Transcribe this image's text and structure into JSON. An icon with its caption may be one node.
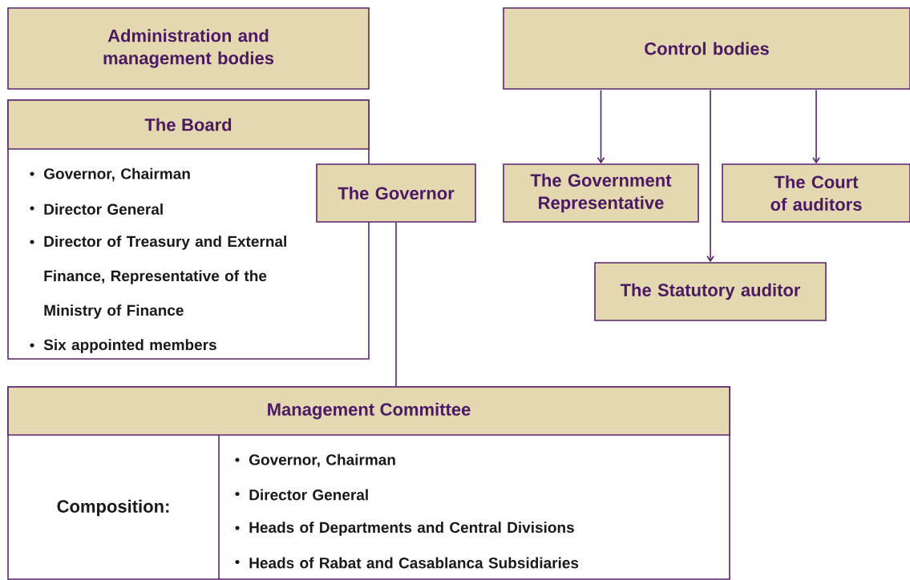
{
  "diagram": {
    "nodes": [
      {
        "text": [
          "Administration and management bodies"
        ]
      },
      {
        "text": [
          "The Board",
          "Governor, Chairman",
          "Director General",
          "Director of Treasury and External Finance, Representative of the Ministry of Finance",
          "Six appointed members"
        ]
      },
      {
        "text": [
          "The Governor"
        ]
      },
      {
        "text": [
          "Control bodies"
        ]
      },
      {
        "text": [
          "The Government Representative"
        ]
      },
      {
        "text": [
          "The Court of auditors"
        ]
      },
      {
        "text": [
          "The Statutory auditor"
        ]
      },
      {
        "text": [
          "Management Committee",
          "Composition:",
          "Governor, Chairman",
          "Director General",
          "Heads of Departments and Central Divisions",
          "Heads of Rabat and Casablanca Subsidiaries"
        ]
      }
    ],
    "edges": [
      {
        "from": 3,
        "to": 4,
        "arrow": "to"
      },
      {
        "from": 3,
        "to": 6,
        "arrow": "to"
      },
      {
        "from": 3,
        "to": 5,
        "arrow": "to"
      },
      {
        "from": 2,
        "to": 7,
        "arrow": "none"
      }
    ]
  }
}
